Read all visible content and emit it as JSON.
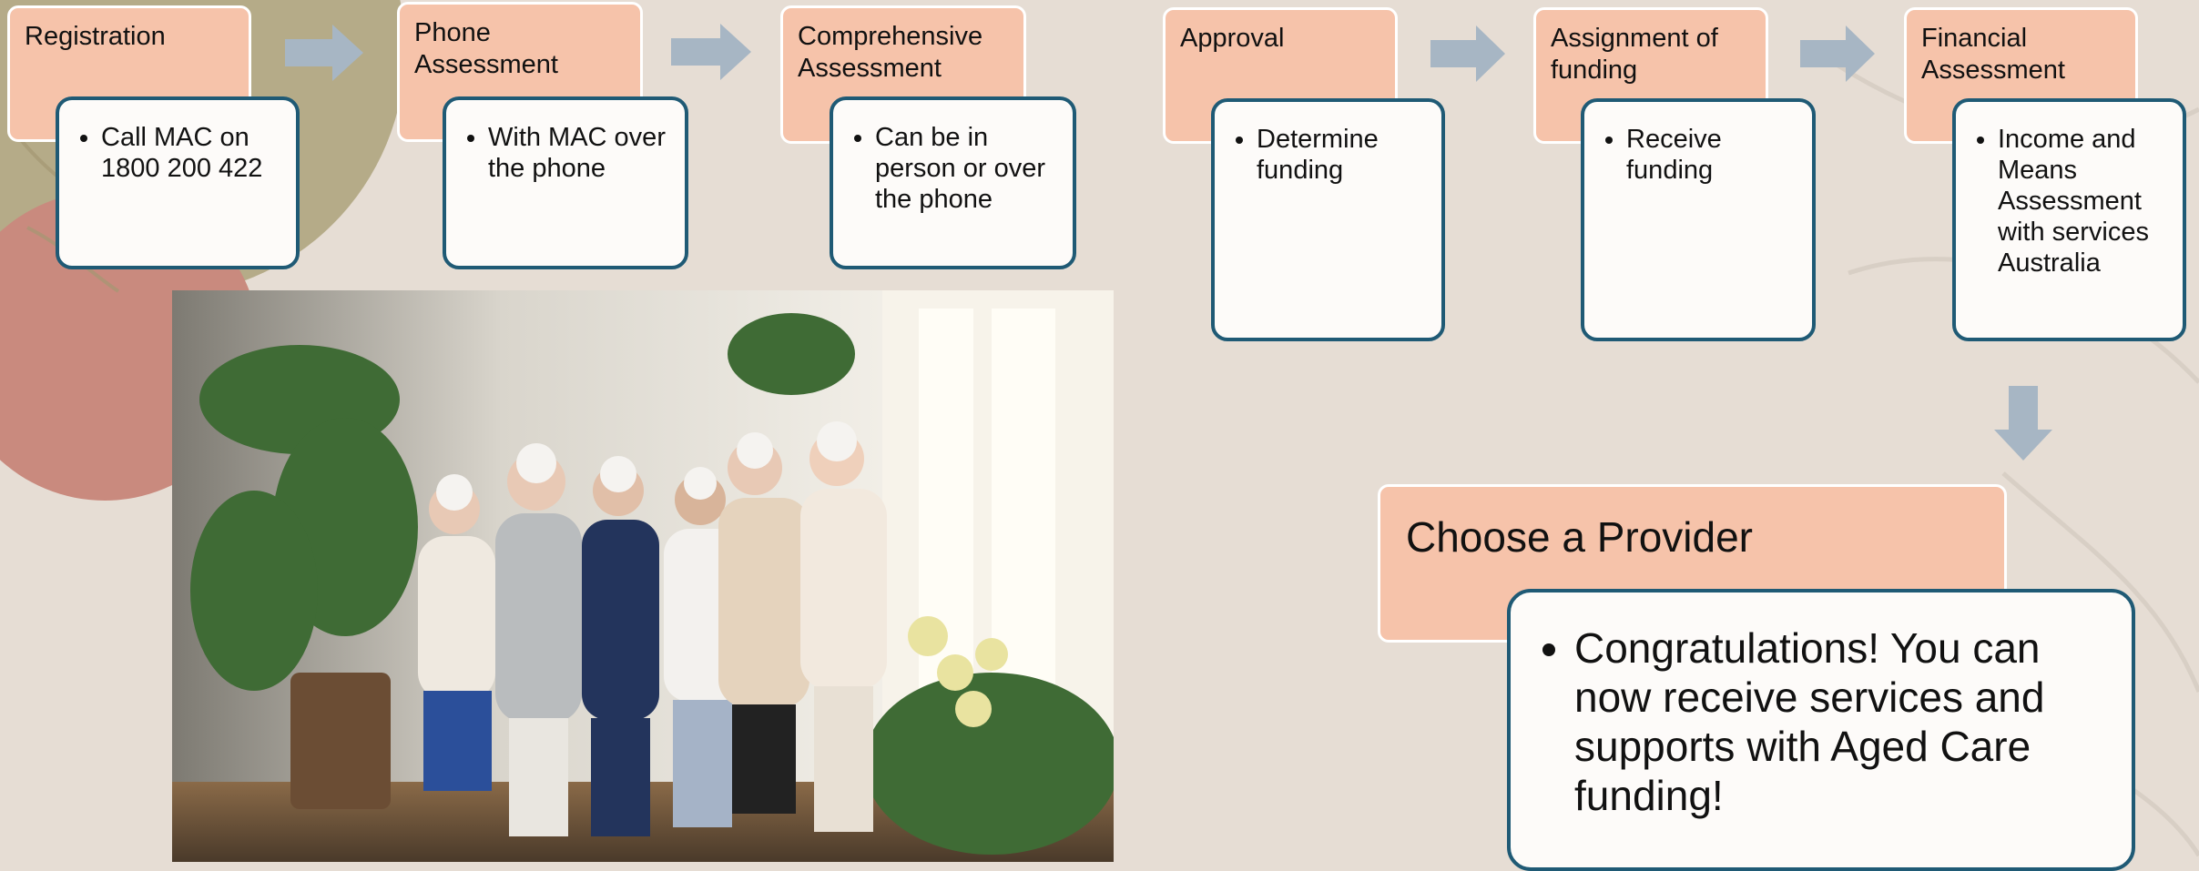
{
  "steps": [
    {
      "title": "Registration",
      "detail": "Call MAC on 1800 200 422"
    },
    {
      "title": "Phone Assessment",
      "detail": "With MAC over the phone"
    },
    {
      "title": "Comprehensive Assessment",
      "detail": "Can be in person or over the phone"
    },
    {
      "title": "Approval",
      "detail": "Determine funding"
    },
    {
      "title": "Assignment of funding",
      "detail": "Receive funding"
    },
    {
      "title": "Financial Assessment",
      "detail": "Income and Means Assessment with services Australia"
    }
  ],
  "final": {
    "title": "Choose a Provider",
    "detail": "Congratulations! You can now receive services and supports with Aged Care funding!"
  },
  "colors": {
    "background": "#e6ddd4",
    "title_fill": "#f6c3aa",
    "detail_border": "#1f5a75",
    "arrow": "#a7b6c4"
  }
}
